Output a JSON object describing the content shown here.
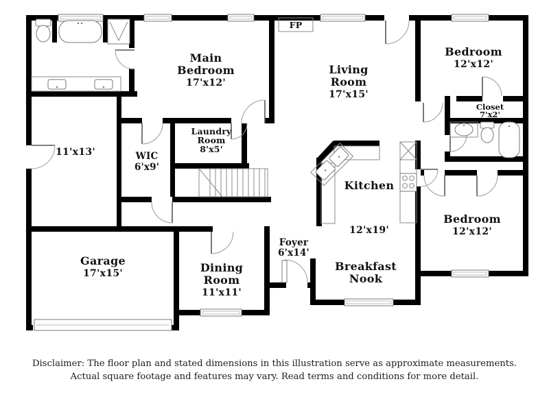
{
  "rooms": {
    "main_bedroom": {
      "line1": "Main",
      "line2": "Bedroom",
      "dims": "17'x12'"
    },
    "living_room": {
      "line1": "Living",
      "line2": "Room",
      "dims": "17'x15'"
    },
    "bedroom_top_right": {
      "line1": "Bedroom",
      "dims": "12'x12'"
    },
    "closet": {
      "line1": "Closet",
      "dims": "7'x2'"
    },
    "bedroom_right": {
      "line1": "Bedroom",
      "dims": "12'x12'"
    },
    "suite_room": {
      "dims": "11'x13'"
    },
    "wic": {
      "line1": "WIC",
      "dims": "6'x9'"
    },
    "laundry": {
      "line1": "Laundry",
      "line2": "Room",
      "dims": "8'x5'"
    },
    "kitchen": {
      "line1": "Kitchen",
      "dims": "12'x19'"
    },
    "breakfast_nook": {
      "line1": "Breakfast",
      "line2": "Nook"
    },
    "foyer": {
      "line1": "Foyer",
      "dims": "6'x14'"
    },
    "dining": {
      "line1": "Dining",
      "line2": "Room",
      "dims": "11'x11'"
    },
    "garage": {
      "line1": "Garage",
      "dims": "17'x15'"
    },
    "fireplace": {
      "label": "FP"
    }
  },
  "disclaimer": {
    "line1": "Disclaimer: The floor plan and stated dimensions in this illustration serve as approximate measurements.",
    "line2": "Actual square footage and features may vary. Read terms and conditions for more detail."
  },
  "fixtures": [
    "toilet",
    "bathtub",
    "shower",
    "double-vanity",
    "corner-sink",
    "range",
    "refrigerator",
    "bathroom-sink",
    "stairs",
    "fireplace",
    "garage-door"
  ],
  "colors": {
    "wall": "#000000",
    "background": "#ffffff",
    "fixture_line": "#888888",
    "text": "#111111"
  }
}
